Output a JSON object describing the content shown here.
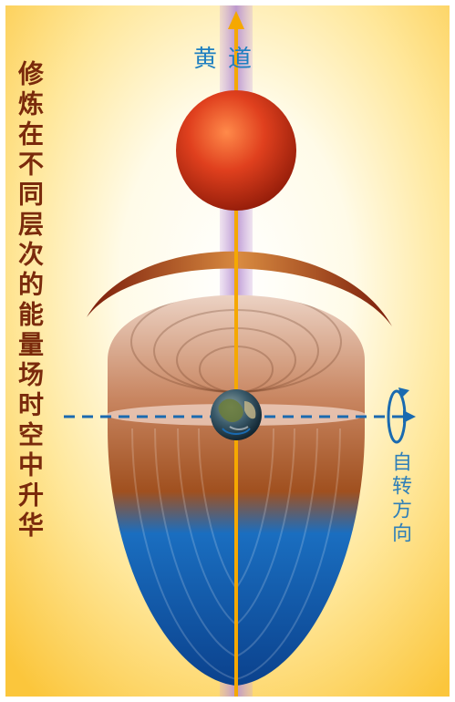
{
  "diagram": {
    "left_caption": "修炼在不同层次的能量场时空中升华",
    "axis_label": "黄道",
    "rotation_label": "自转方向"
  },
  "colors": {
    "background_glow": "#ffd54f",
    "axis_beam": "#c8a4d8",
    "axis_line": "#f5a800",
    "sun": "#d9371c",
    "arc": "#8a2a10",
    "field_upper": "#b8663a",
    "field_lower": "#0a5fb0",
    "caption": "#7a2a0c",
    "label_blue": "#1e7fc0"
  },
  "icons": [
    "sun-sphere",
    "earth-globe",
    "rotation-arrow-icon"
  ]
}
